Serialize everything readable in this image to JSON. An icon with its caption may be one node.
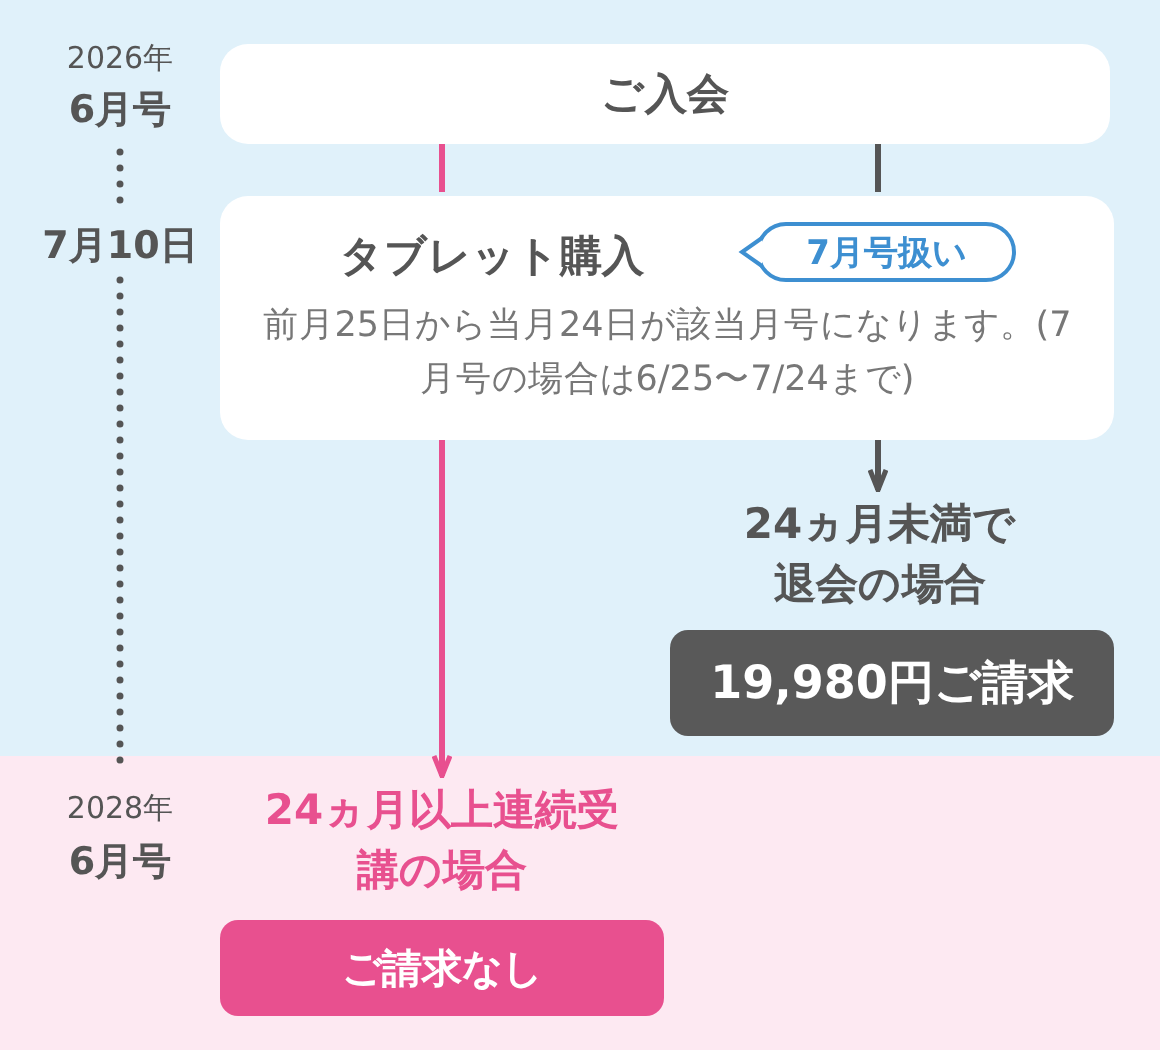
{
  "diagram": {
    "nodes": [
      {
        "text": [
          "ご入会"
        ]
      },
      {
        "text": [
          "タブレット購入",
          "前月25日から当月24日が該当月号になります。(7月号の場合は6/25〜7/24まで)"
        ]
      },
      {
        "text": [
          "7月号扱い"
        ],
        "in": 1
      },
      {
        "text": [
          "24ヵ月未満で退会の場合"
        ]
      },
      {
        "text": [
          "19,980円ご請求"
        ]
      },
      {
        "text": [
          "24ヵ月以上連続受講の場合"
        ]
      },
      {
        "text": [
          "ご請求なし"
        ]
      }
    ],
    "edges": [
      {
        "from": 0,
        "to": 1,
        "arrow": "none",
        "color": "#e8508f"
      },
      {
        "from": 0,
        "to": 1,
        "arrow": "none",
        "color": "#555555"
      },
      {
        "from": 1,
        "to": 5,
        "arrow": "to",
        "color": "#e8508f"
      },
      {
        "from": 1,
        "to": 3,
        "arrow": "to",
        "color": "#555555"
      }
    ],
    "labels": [
      "2026年",
      "6月号",
      "7月10日",
      "2028年",
      "6月号"
    ]
  }
}
